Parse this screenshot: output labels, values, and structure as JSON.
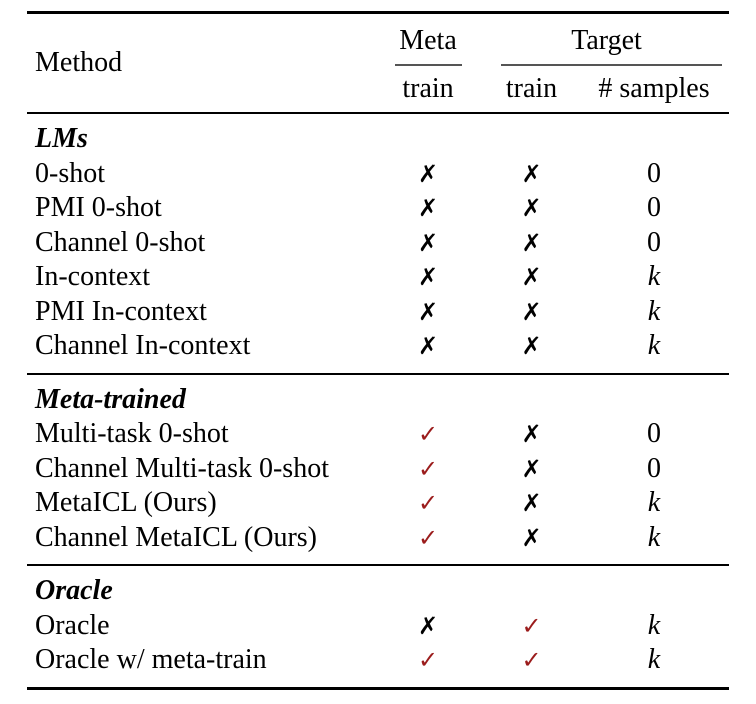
{
  "page": {
    "background": "#ffffff"
  },
  "table": {
    "header": {
      "method": "Method",
      "meta_group": "Meta",
      "target_group": "Target",
      "meta_sub_train": "train",
      "target_sub_train": "train",
      "target_sub_samples": "# samples"
    },
    "symbols": {
      "check": "✓",
      "cross": "✗"
    },
    "colors": {
      "check": "#9b1c1c",
      "cross": "#000000",
      "rule": "#000000",
      "cmidrule": "#555555"
    },
    "math_values": [
      "k"
    ],
    "sections": [
      {
        "title": "LMs",
        "rows": [
          {
            "method": "0-shot",
            "meta": "✗",
            "target": "✗",
            "samples": "0"
          },
          {
            "method": "PMI 0-shot",
            "meta": "✗",
            "target": "✗",
            "samples": "0"
          },
          {
            "method": "Channel 0-shot",
            "meta": "✗",
            "target": "✗",
            "samples": "0"
          },
          {
            "method": "In-context",
            "meta": "✗",
            "target": "✗",
            "samples": "k"
          },
          {
            "method": "PMI In-context",
            "meta": "✗",
            "target": "✗",
            "samples": "k"
          },
          {
            "method": "Channel In-context",
            "meta": "✗",
            "target": "✗",
            "samples": "k"
          }
        ]
      },
      {
        "title": "Meta-trained",
        "rows": [
          {
            "method": "Multi-task 0-shot",
            "meta": "✓",
            "target": "✗",
            "samples": "0"
          },
          {
            "method": "Channel Multi-task 0-shot",
            "meta": "✓",
            "target": "✗",
            "samples": "0"
          },
          {
            "method": "MetaICL (Ours)",
            "meta": "✓",
            "target": "✗",
            "samples": "k"
          },
          {
            "method": "Channel MetaICL (Ours)",
            "meta": "✓",
            "target": "✗",
            "samples": "k"
          }
        ]
      },
      {
        "title": "Oracle",
        "rows": [
          {
            "method": "Oracle",
            "meta": "✗",
            "target": "✓",
            "samples": "k"
          },
          {
            "method": "Oracle w/ meta-train",
            "meta": "✓",
            "target": "✓",
            "samples": "k"
          }
        ]
      }
    ]
  }
}
